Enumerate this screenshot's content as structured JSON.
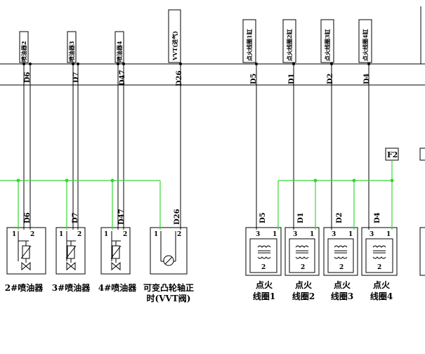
{
  "diagram": {
    "top_tags": [
      "喷油器2",
      "喷油器3",
      "喷油器4",
      "VVT(进气)",
      "点火线圈1缸",
      "点火线圈2缸",
      "点火线圈3缸",
      "点火线圈4缸"
    ],
    "upper_wire_labels": [
      "D6",
      "D7",
      "D47",
      "D26",
      "D5",
      "D1",
      "D2",
      "D4"
    ],
    "lower_wire_labels": [
      "D6",
      "D7",
      "D47",
      "D26",
      "D5",
      "D1",
      "D2",
      "D4"
    ],
    "fuse_labels": [
      "F2"
    ],
    "components": [
      {
        "pins": [
          "1",
          "2"
        ],
        "name_lines": [
          "2#喷油器"
        ]
      },
      {
        "pins": [
          "1",
          "2"
        ],
        "name_lines": [
          "3#喷油器"
        ]
      },
      {
        "pins": [
          "1",
          "2"
        ],
        "name_lines": [
          "4#喷油器"
        ]
      },
      {
        "pins": [
          "1",
          "2"
        ],
        "name_lines": [
          "可变凸轮轴正",
          "时(VVT阀)"
        ]
      },
      {
        "pins": [
          "3",
          "1",
          "2"
        ],
        "name_lines": [
          "点火",
          "线圈1"
        ]
      },
      {
        "pins": [
          "3",
          "1",
          "2"
        ],
        "name_lines": [
          "点火",
          "线圈2"
        ]
      },
      {
        "pins": [
          "3",
          "1",
          "2"
        ],
        "name_lines": [
          "点火",
          "线圈3"
        ]
      },
      {
        "pins": [
          "3",
          "1",
          "2"
        ],
        "name_lines": [
          "点火",
          "线圈4"
        ]
      }
    ]
  }
}
